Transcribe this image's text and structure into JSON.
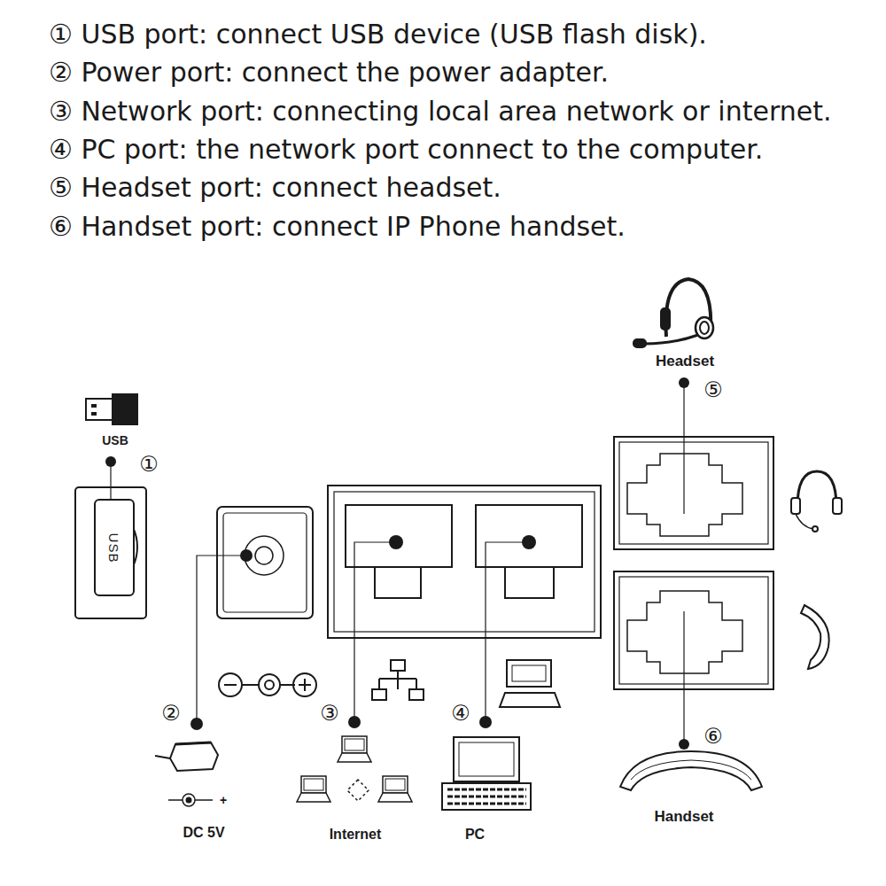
{
  "diagram": {
    "nodes": [
      {
        "text": [
          "USB"
        ]
      }
    ],
    "labels": [
      "① USB port: connect USB device (USB flash disk).",
      "② Power port: connect the power adapter.",
      "③ Network port: connecting local area network or internet.",
      "④ PC port: the network port connect to the computer.",
      "⑤ Headset port: connect headset.",
      "⑥ Handset port: connect IP Phone handset.",
      "USB",
      "①",
      "②",
      "DC 5V",
      "+",
      "③",
      "Internet",
      "④",
      "PC",
      "Headset",
      "⑤",
      "⑥",
      "Handset"
    ]
  }
}
